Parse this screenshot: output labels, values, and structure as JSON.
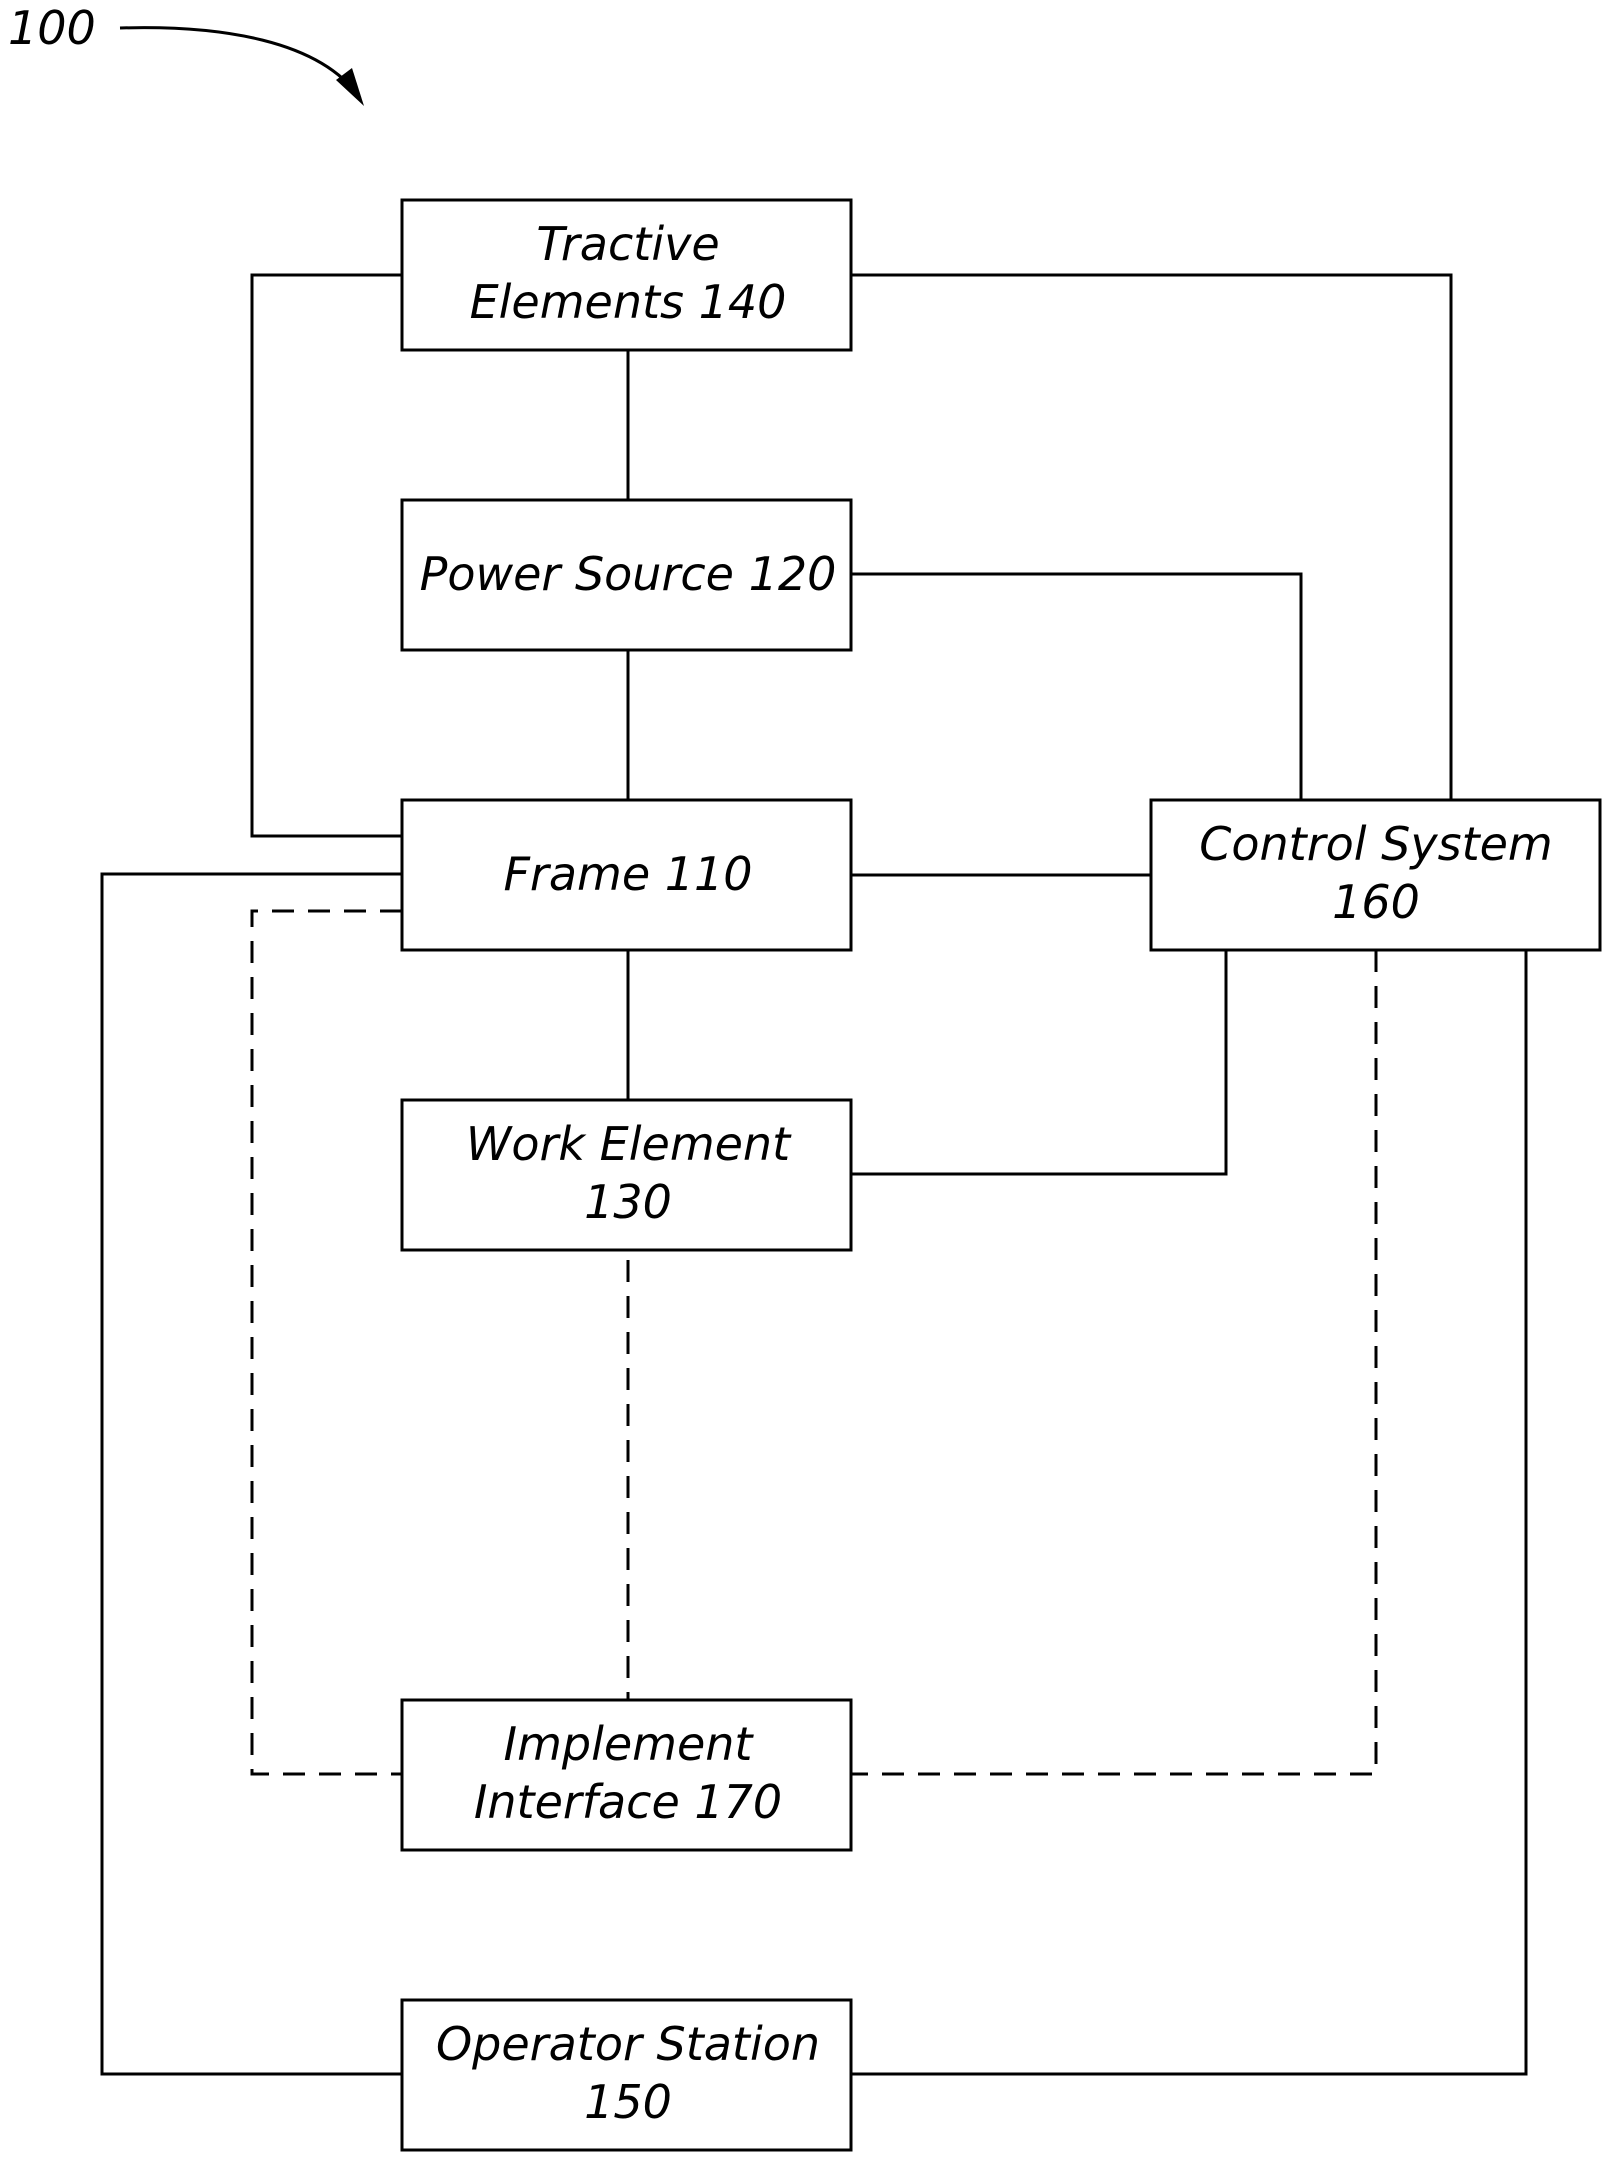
{
  "figure": {
    "reference": "100"
  },
  "boxes": {
    "tractive": {
      "line1": "Tractive",
      "line2": "Elements 140"
    },
    "power": {
      "line1": "Power Source 120"
    },
    "frame": {
      "line1": "Frame 110"
    },
    "control": {
      "line1": "Control System",
      "line2": "160"
    },
    "work": {
      "line1": "Work Element",
      "line2": "130"
    },
    "implement": {
      "line1": "Implement",
      "line2": "Interface 170"
    },
    "operator": {
      "line1": "Operator Station",
      "line2": "150"
    }
  }
}
